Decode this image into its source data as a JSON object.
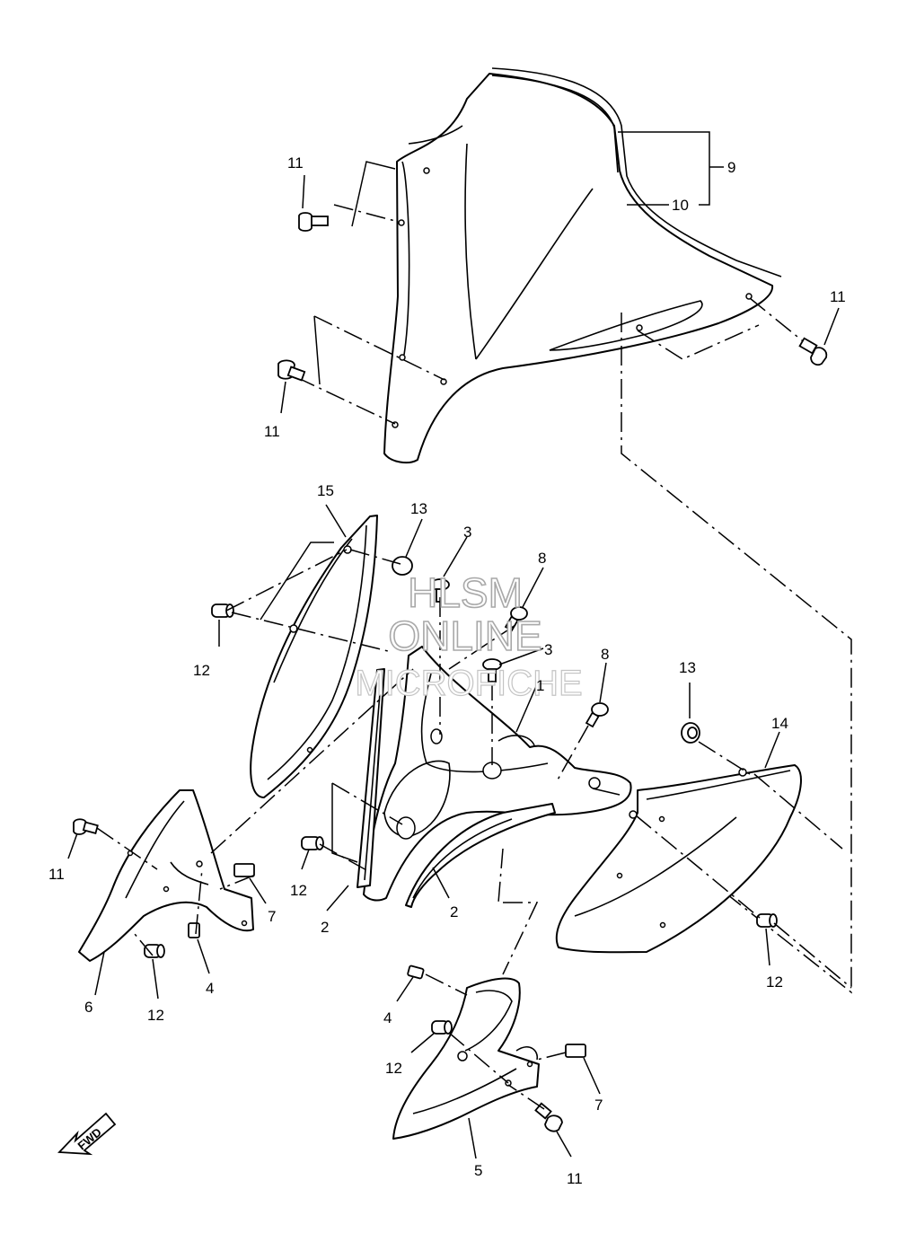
{
  "callouts": {
    "c1": "1",
    "c2a": "2",
    "c2b": "2",
    "c3a": "3",
    "c3b": "3",
    "c4a": "4",
    "c4b": "4",
    "c5": "5",
    "c6": "6",
    "c7a": "7",
    "c7b": "7",
    "c8a": "8",
    "c8b": "8",
    "c9": "9",
    "c10": "10",
    "c11a": "11",
    "c11b": "11",
    "c11c": "11",
    "c11d": "11",
    "c11e": "11",
    "c12a": "12",
    "c12b": "12",
    "c12c": "12",
    "c12d": "12",
    "c12e": "12",
    "c13a": "13",
    "c13b": "13",
    "c14": "14",
    "c15": "15"
  },
  "watermark": {
    "line1": "HLSM",
    "line2": "ONLINE",
    "line3": "MICROFICHE"
  },
  "direction_arrow": {
    "label": "FWD"
  }
}
